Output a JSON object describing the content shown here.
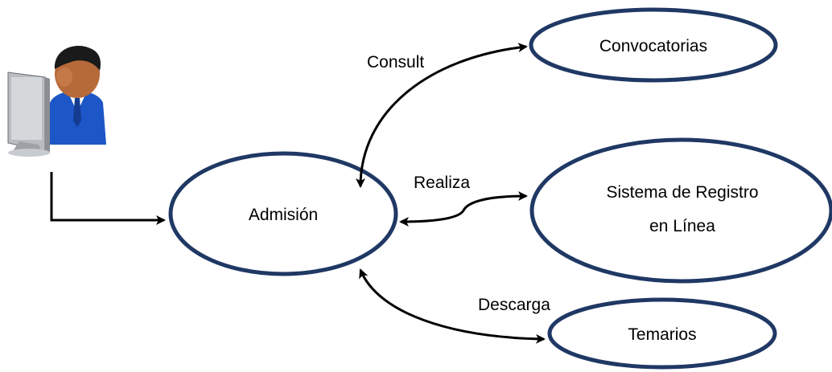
{
  "diagram": {
    "colors": {
      "node_stroke": "#1f3864",
      "node_fill": "#ffffff",
      "edge": "#000000",
      "text": "#000000"
    },
    "actor": {
      "icon": "user-at-computer-icon"
    },
    "nodes": {
      "admision": {
        "label": "Admisión"
      },
      "convocatorias": {
        "label": "Convocatorias"
      },
      "sistema": {
        "label_line1": "Sistema de Registro",
        "label_line2": "en Línea"
      },
      "temarios": {
        "label": "Temarios"
      }
    },
    "edges": {
      "consult": {
        "label": "Consult"
      },
      "realiza": {
        "label": "Realiza"
      },
      "descarga": {
        "label": "Descarga"
      }
    }
  }
}
